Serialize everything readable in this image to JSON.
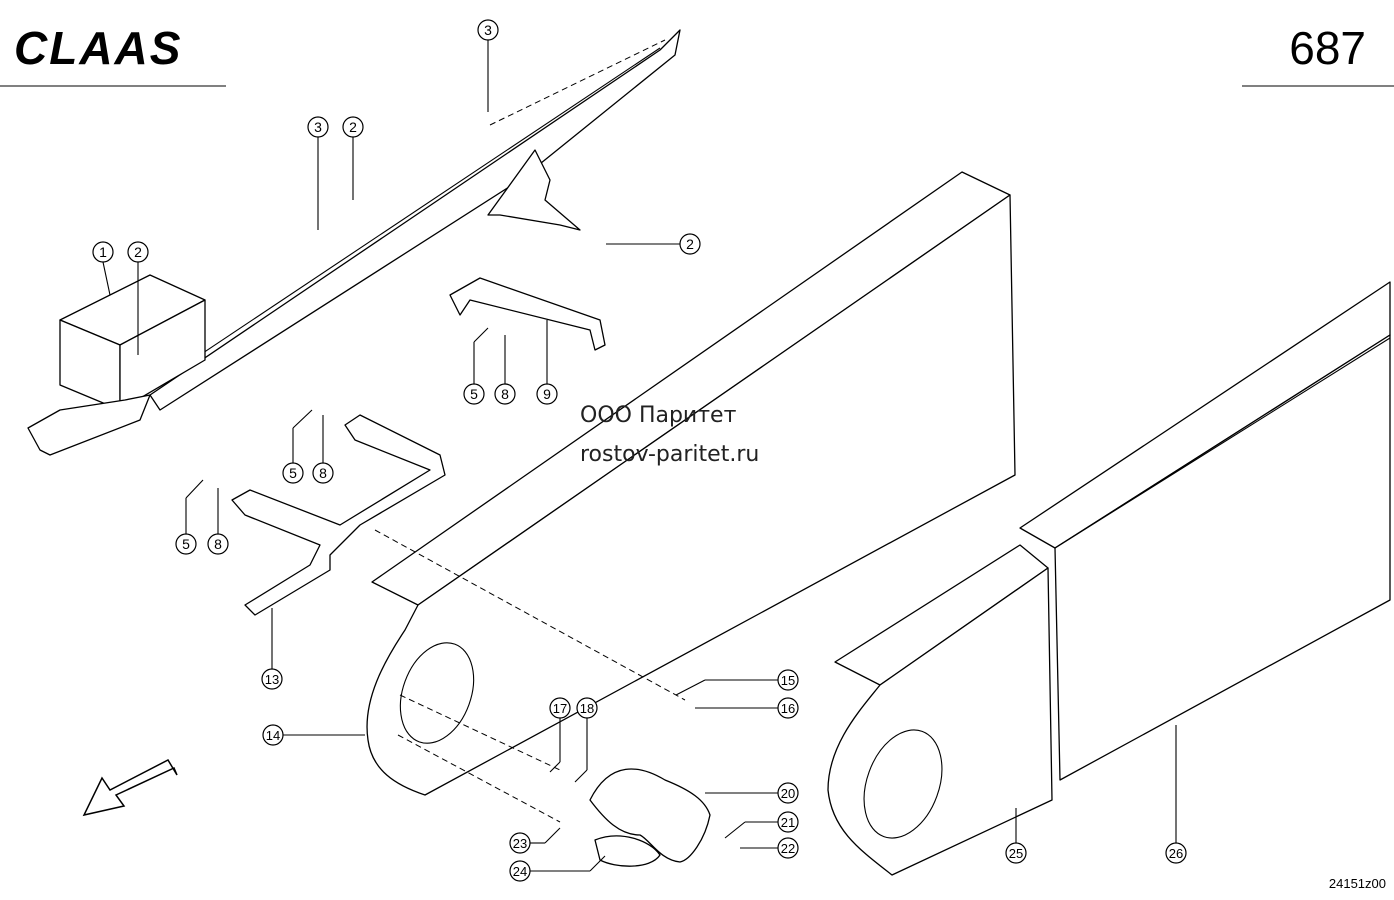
{
  "brand": "CLAAS",
  "page_number": "687",
  "drawing_number": "24151z00",
  "watermark": {
    "line1": "ООО Паритет",
    "line2": "rostov-paritet.ru"
  },
  "callouts": [
    {
      "id": "c1",
      "label": "1"
    },
    {
      "id": "c2a",
      "label": "2"
    },
    {
      "id": "c2b",
      "label": "2"
    },
    {
      "id": "c2c",
      "label": "2"
    },
    {
      "id": "c3a",
      "label": "3"
    },
    {
      "id": "c3b",
      "label": "3"
    },
    {
      "id": "c5a",
      "label": "5"
    },
    {
      "id": "c8a",
      "label": "8"
    },
    {
      "id": "c9",
      "label": "9"
    },
    {
      "id": "c5b",
      "label": "5"
    },
    {
      "id": "c8b",
      "label": "8"
    },
    {
      "id": "c5c",
      "label": "5"
    },
    {
      "id": "c8c",
      "label": "8"
    },
    {
      "id": "c13",
      "label": "13"
    },
    {
      "id": "c14",
      "label": "14"
    },
    {
      "id": "c15",
      "label": "15"
    },
    {
      "id": "c16",
      "label": "16"
    },
    {
      "id": "c17",
      "label": "17"
    },
    {
      "id": "c18",
      "label": "18"
    },
    {
      "id": "c20",
      "label": "20"
    },
    {
      "id": "c21",
      "label": "21"
    },
    {
      "id": "c22",
      "label": "22"
    },
    {
      "id": "c23",
      "label": "23"
    },
    {
      "id": "c24",
      "label": "24"
    },
    {
      "id": "c25",
      "label": "25"
    },
    {
      "id": "c26",
      "label": "26"
    }
  ]
}
